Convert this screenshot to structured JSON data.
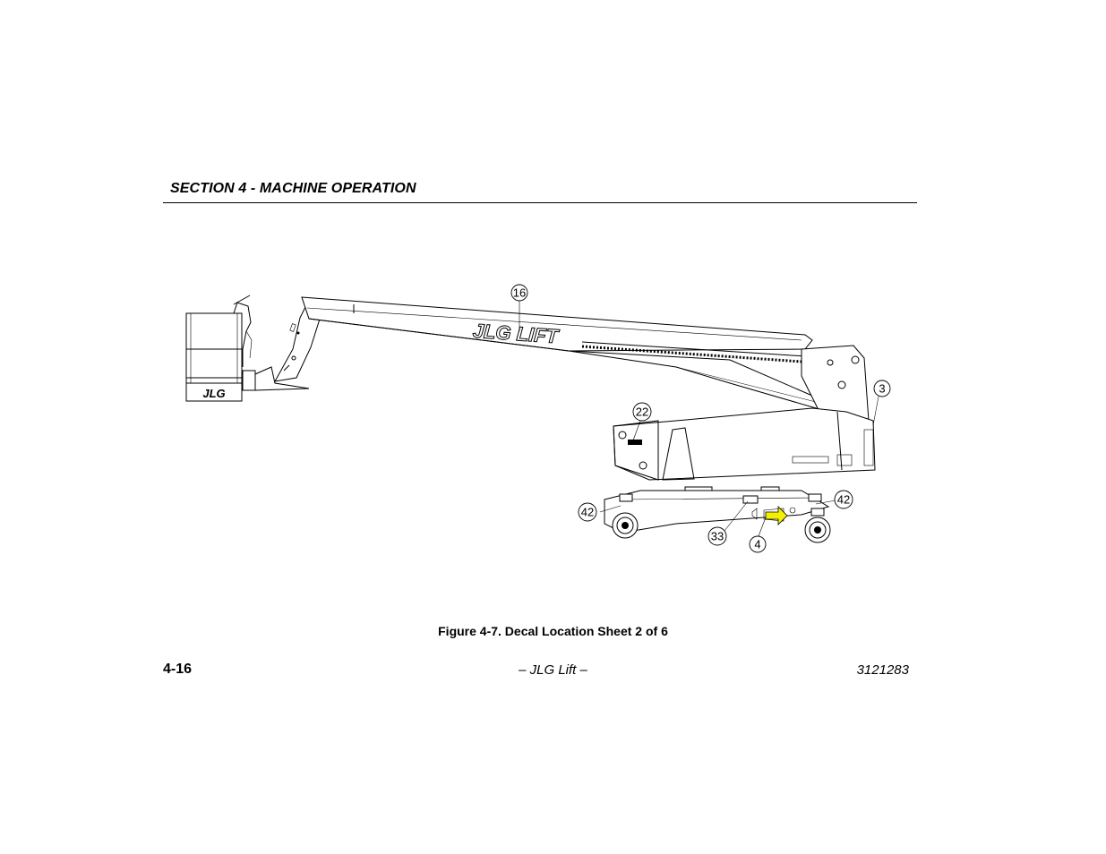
{
  "header": {
    "section_title": "SECTION 4 - MACHINE OPERATION"
  },
  "figure": {
    "boom_brand": "JLG LIFT",
    "platform_brand": "JLG",
    "callouts": [
      "16",
      "3",
      "22",
      "42",
      "42",
      "33",
      "4"
    ],
    "caption": "Figure 4-7. Decal Location Sheet 2 of 6",
    "arrow_color": "#f5f000"
  },
  "footer": {
    "page_number": "4-16",
    "center_text": "– JLG Lift –",
    "doc_number": "3121283"
  }
}
